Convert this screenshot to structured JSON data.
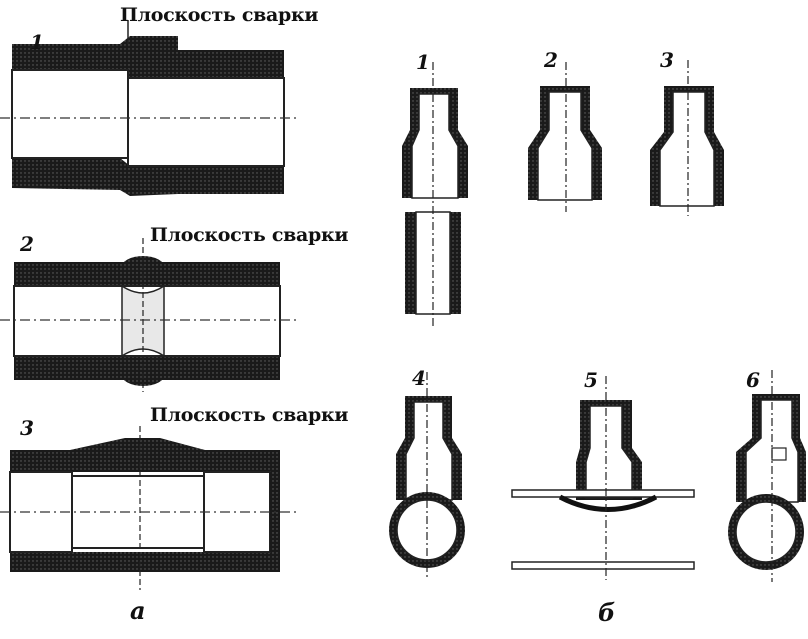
{
  "labels": {
    "weld_plane_1": "Плоскость сварки",
    "weld_plane_2": "Плоскость сварки",
    "weld_plane_3": "Плоскость сварки",
    "a_num_1": "1",
    "a_num_2": "2",
    "a_num_3": "3",
    "b_num_1": "1",
    "b_num_2": "2",
    "b_num_3": "3",
    "b_num_4": "4",
    "b_num_5": "5",
    "b_num_6": "6",
    "sub_a": "а",
    "sub_b": "б"
  },
  "colors": {
    "ink": "#141414",
    "paper": "#ffffff",
    "grey": "#cfcfcf"
  }
}
